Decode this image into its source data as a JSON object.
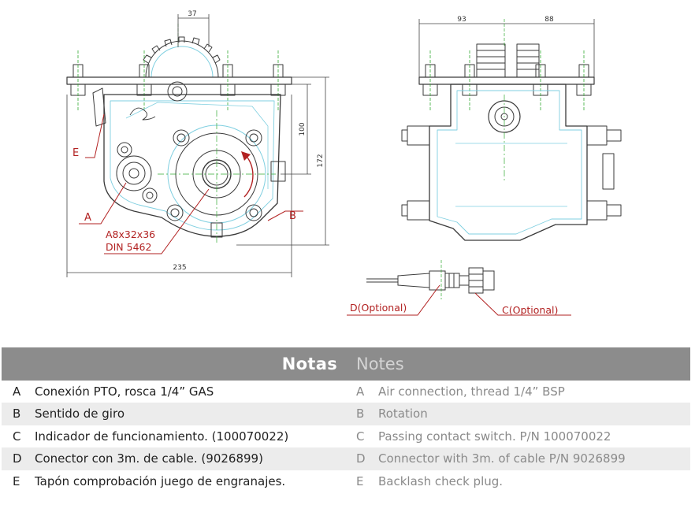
{
  "dimensions": {
    "front_width_top": "37",
    "front_height_inner": "100",
    "front_height_total": "172",
    "front_width_total": "235",
    "side_width_left": "93",
    "side_width_right": "88"
  },
  "callouts": {
    "A": "A",
    "B": "B",
    "E": "E",
    "spline_line1": "A8x32x36",
    "spline_line2": "DIN 5462",
    "D": "D(Optional)",
    "C": "C(Optional)"
  },
  "notes": {
    "title_es": "Notas",
    "title_en": "Notes",
    "rows": [
      {
        "key": "A",
        "es": "Conexión PTO, rosca 1/4” GAS",
        "en": "Air connection, thread 1/4” BSP"
      },
      {
        "key": "B",
        "es": "Sentido de giro",
        "en": "Rotation"
      },
      {
        "key": "C",
        "es": "Indicador de funcionamiento. (100070022)",
        "en": "Passing contact switch. P/N 100070022"
      },
      {
        "key": "D",
        "es": "Conector con 3m. de cable. (9026899)",
        "en": "Connector with 3m. of cable P/N 9026899"
      },
      {
        "key": "E",
        "es": "Tapón comprobación juego de engranajes.",
        "en": "Backlash check plug."
      }
    ]
  }
}
